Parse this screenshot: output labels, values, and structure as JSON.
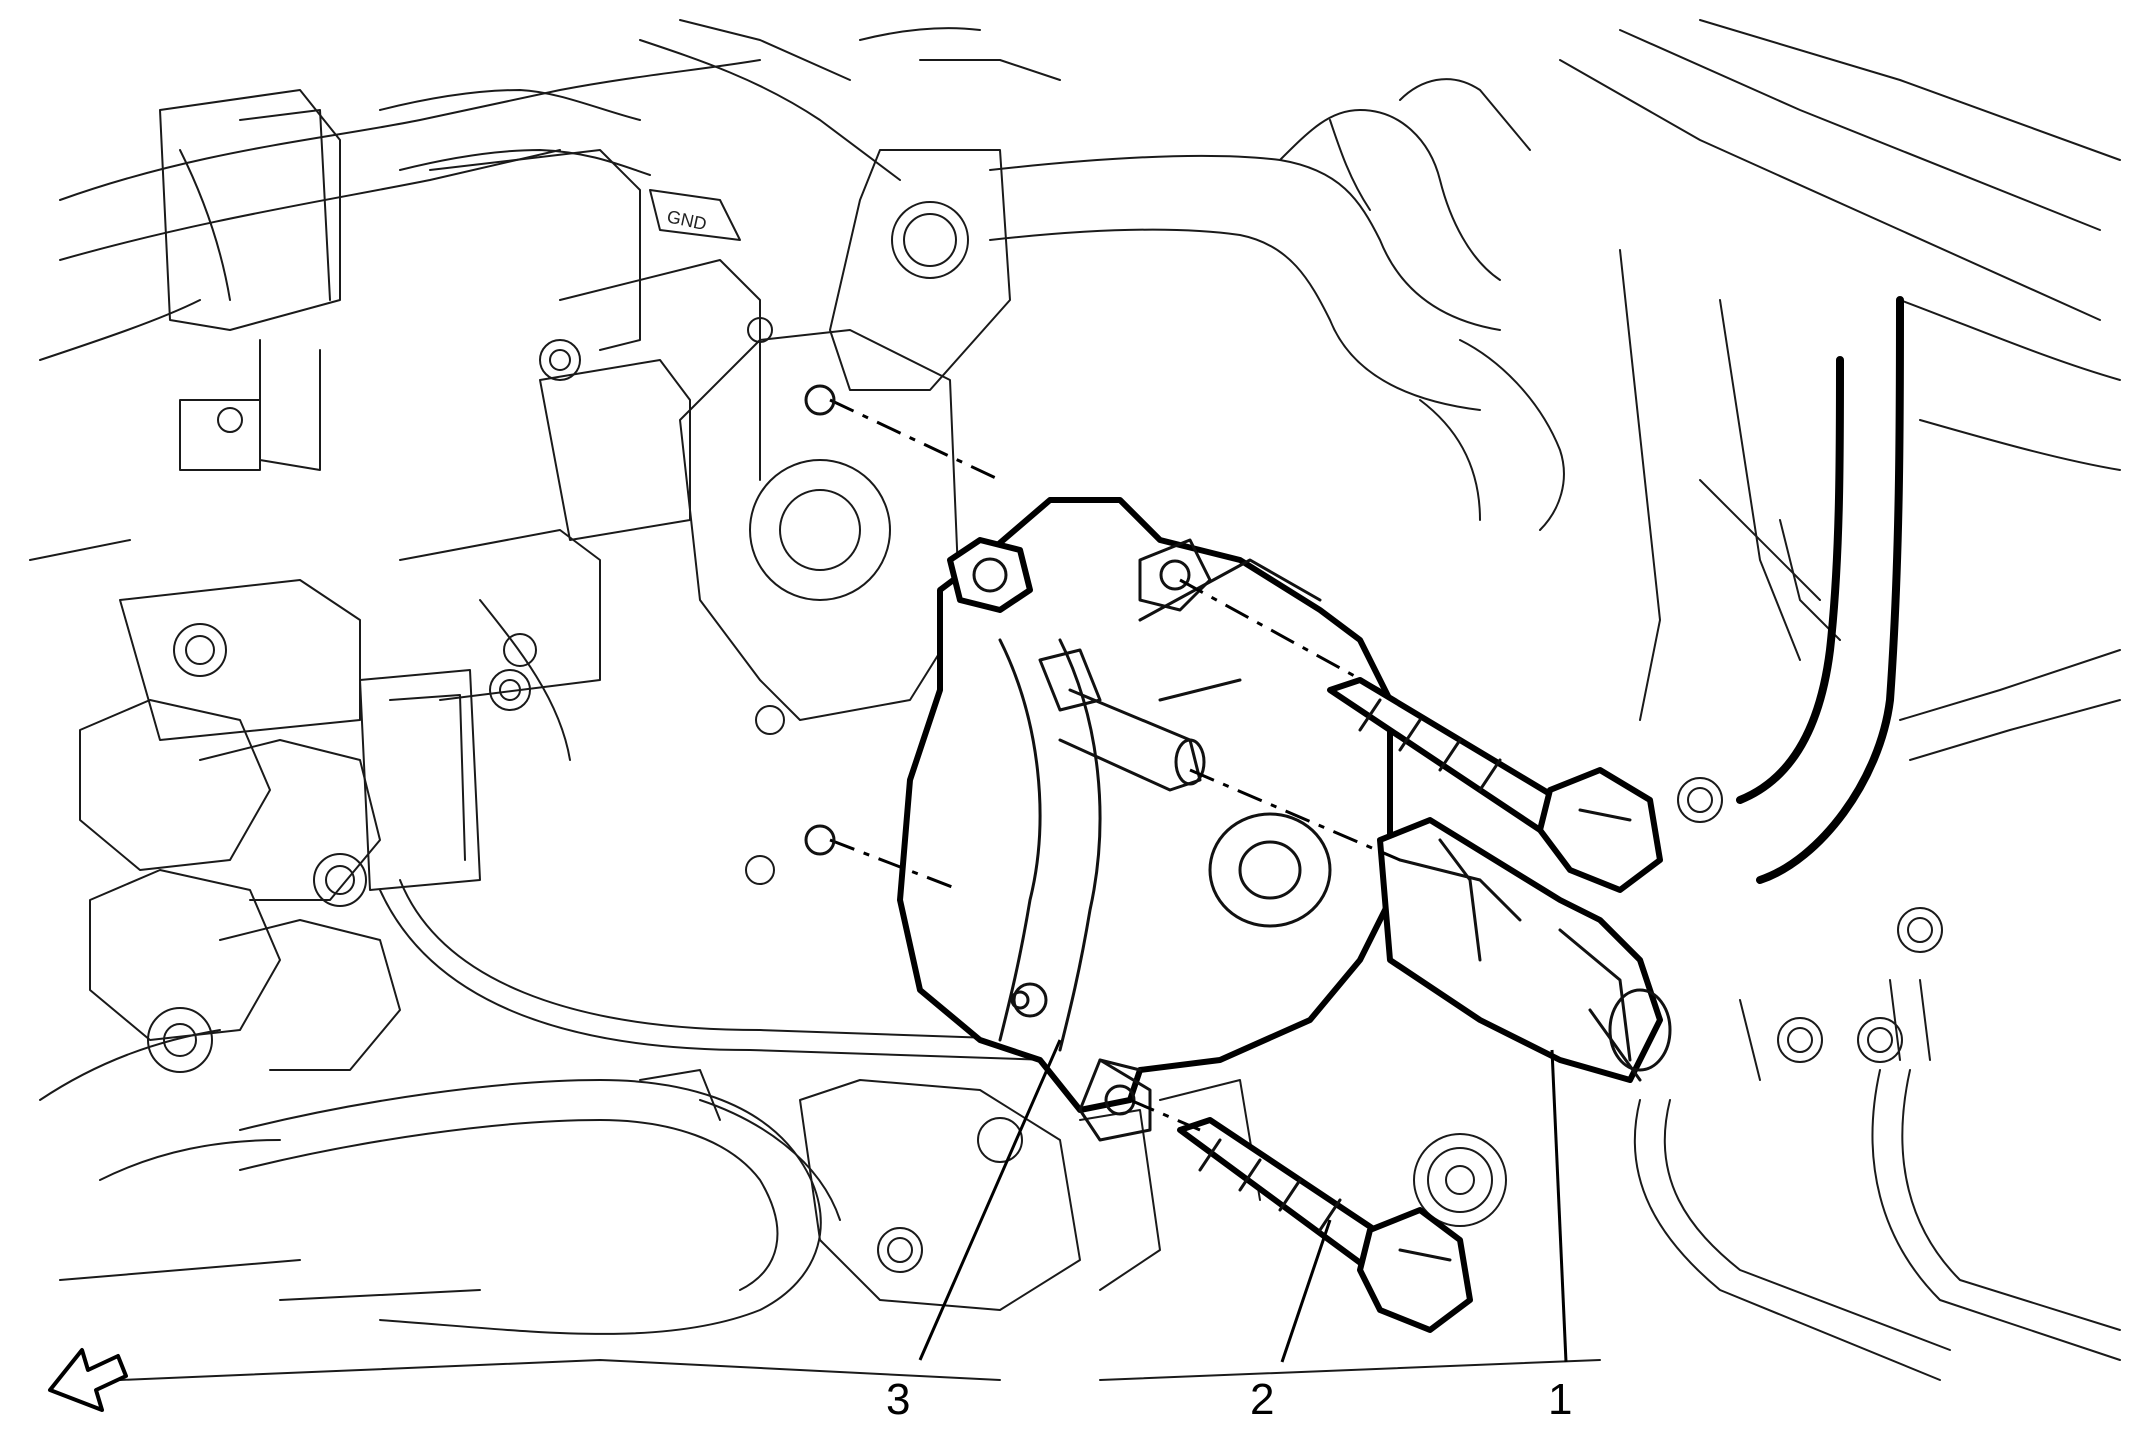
{
  "diagram": {
    "callouts": [
      {
        "id": "callout-1",
        "label": "1"
      },
      {
        "id": "callout-2",
        "label": "2"
      },
      {
        "id": "callout-3",
        "label": "3"
      }
    ],
    "stamp_text": "GND",
    "direction_arrow": "front-arrow-icon"
  }
}
